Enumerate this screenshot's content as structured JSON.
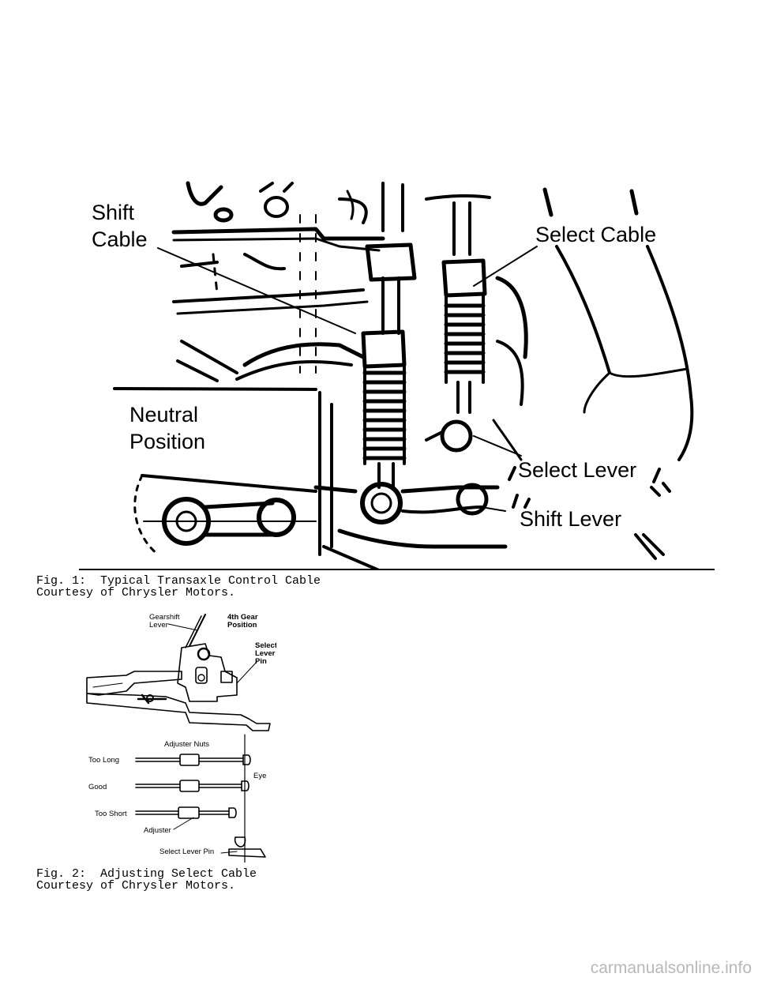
{
  "figure1": {
    "labels": {
      "shift_cable_1": "Shift",
      "shift_cable_2": "Cable",
      "select_cable": "Select Cable",
      "neutral_1": "Neutral",
      "neutral_2": "Position",
      "select_lever": "Select Lever",
      "shift_lever": "Shift Lever"
    },
    "caption_title": "Fig. 1:  Typical Transaxle Control Cable",
    "caption_credit": "Courtesy of Chrysler Motors."
  },
  "figure2": {
    "labels": {
      "gearshift_1": "Gearshift",
      "gearshift_2": "Lever",
      "gear4_1": "4th Gear",
      "gear4_2": "Position",
      "pin_1": "Select",
      "pin_2": "Lever",
      "pin_3": "Pin",
      "adjuster_nuts": "Adjuster Nuts",
      "too_long": "Too Long",
      "good": "Good",
      "eye": "Eye",
      "too_short": "Too Short",
      "adjuster": "Adjuster",
      "select_lever_pin": "Select Lever Pin"
    },
    "caption_title": "Fig. 2:  Adjusting Select Cable",
    "caption_credit": "Courtesy of Chrysler Motors."
  },
  "watermark": "carmanualsonline.info"
}
